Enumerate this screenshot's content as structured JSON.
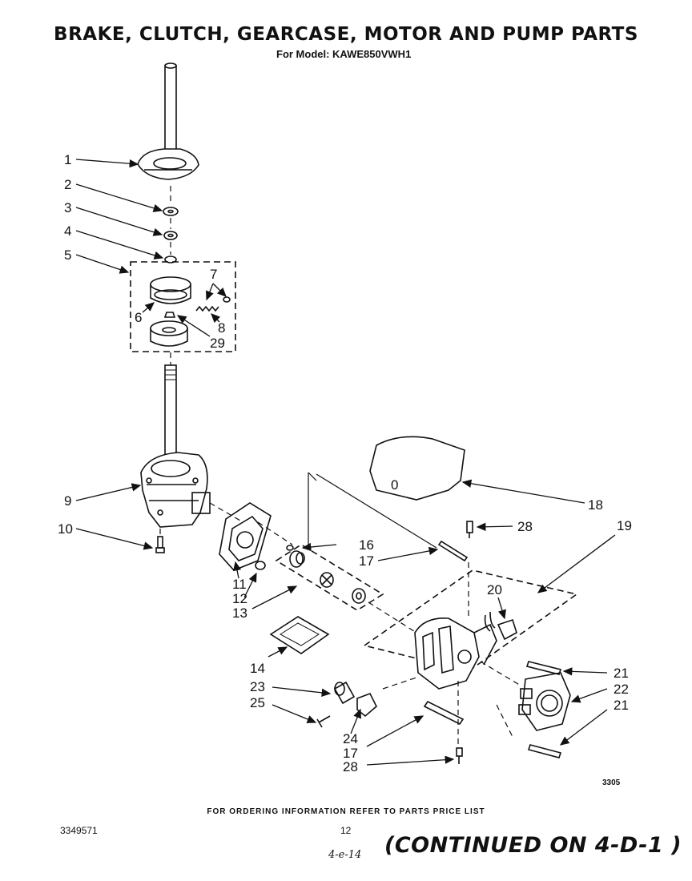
{
  "page": {
    "title": "BRAKE, CLUTCH, GEARCASE, MOTOR AND PUMP PARTS",
    "subtitle": "For Model: KAWE850VWH1",
    "ordering_note": "FOR ORDERING INFORMATION REFER TO PARTS PRICE LIST",
    "doc_number": "3349571",
    "page_number": "12",
    "handwritten_note": "4-e-14",
    "continued_note": "(CONTINUED ON 4-D-1 )",
    "diagram_code": "3305"
  },
  "callouts": {
    "c1": "1",
    "c2": "2",
    "c3": "3",
    "c4": "4",
    "c5": "5",
    "c6": "6",
    "c7": "7",
    "c8": "8",
    "c29": "29",
    "c9": "9",
    "c10": "10",
    "c11": "11",
    "c12": "12",
    "c13": "13",
    "c14": "14",
    "c16": "16",
    "c17a": "17",
    "c18": "18",
    "c19": "19",
    "c20": "20",
    "c21a": "21",
    "c22": "22",
    "c21b": "21",
    "c23": "23",
    "c25": "25",
    "c24": "24",
    "c17b": "17",
    "c28a": "28",
    "c28b": "28"
  },
  "part_marks": {
    "cover_mark": "0"
  }
}
